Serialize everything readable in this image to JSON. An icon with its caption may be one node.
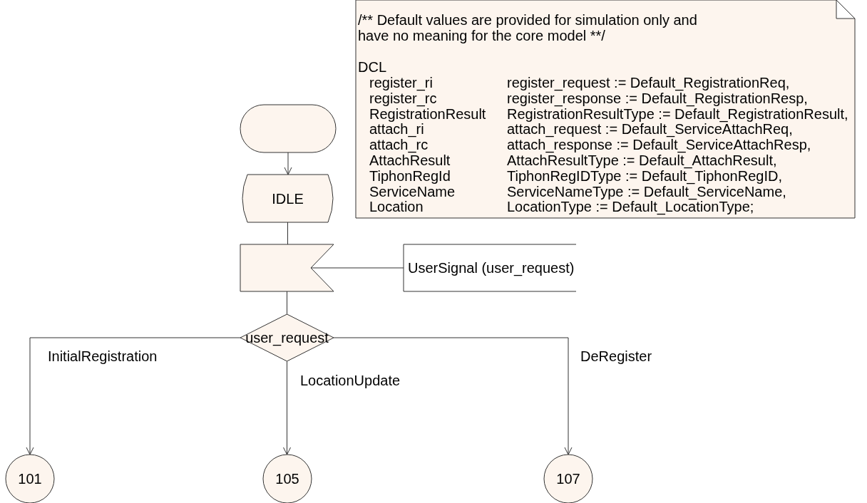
{
  "diagram": {
    "nodes": [
      {
        "text": [
          "/** Default values are provided for simulation only and have no meaning for the core model **/",
          "DCL",
          "register_ri",
          "register_request := Default_RegistrationReq,",
          "register_rc",
          "register_response := Default_RegistrationResp,",
          "RegistrationResult",
          "RegistrationResultType := Default_RegistrationResult,",
          "attach_ri",
          "attach_request := Default_ServiceAttachReq,",
          "attach_rc",
          "attach_response := Default_ServiceAttachResp,",
          "AttachResult",
          "AttachResultType := Default_AttachResult,",
          "TiphonRegId",
          "TiphonRegIDType := Default_TiphonRegID,",
          "ServiceName",
          "ServiceNameType := Default_ServiceName,",
          "Location",
          "LocationType := Default_LocationType;"
        ]
      },
      {
        "text": [],
        "shape": "capsule"
      },
      {
        "text": [
          "IDLE"
        ]
      },
      {
        "text": [],
        "shape": "flag"
      },
      {
        "text": [
          "UserSignal (user_request)"
        ]
      },
      {
        "text": [
          "user_request"
        ]
      },
      {
        "text": [
          "101"
        ]
      },
      {
        "text": [
          "105"
        ]
      },
      {
        "text": [
          "107"
        ]
      }
    ],
    "edges": [
      {
        "from": 1,
        "to": 2,
        "arrow": "to"
      },
      {
        "from": 2,
        "to": 3,
        "arrow": "none"
      },
      {
        "from": 3,
        "to": 4,
        "arrow": "none"
      },
      {
        "from": 3,
        "to": 5,
        "arrow": "none"
      },
      {
        "from": 5,
        "to": 6,
        "arrow": "to",
        "label": "InitialRegistration"
      },
      {
        "from": 5,
        "to": 7,
        "arrow": "to",
        "label": "LocationUpdate"
      },
      {
        "from": 5,
        "to": 8,
        "arrow": "to",
        "label": "DeRegister"
      }
    ]
  }
}
